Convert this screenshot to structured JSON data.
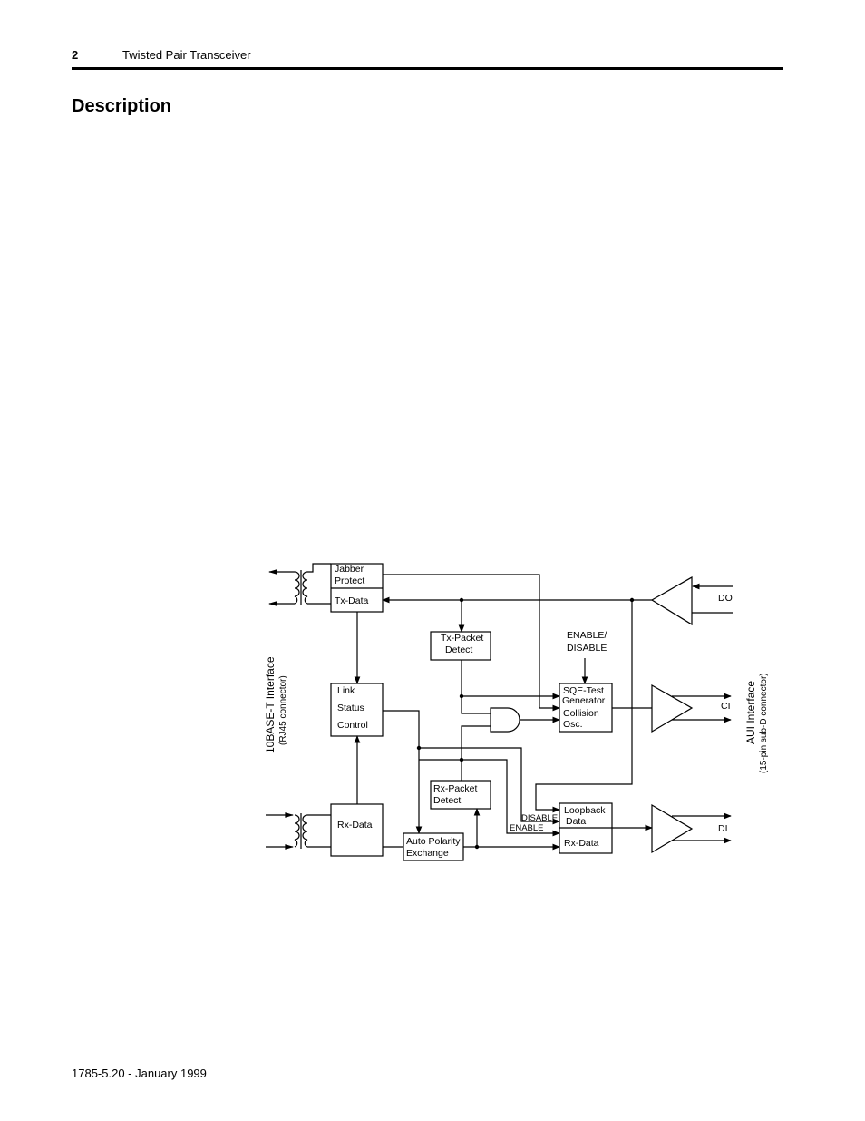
{
  "header": {
    "page_number": "2",
    "running_title": "Twisted Pair Transceiver"
  },
  "section": {
    "heading": "Description"
  },
  "diagram": {
    "left_interface": {
      "title": "10BASE-T Interface",
      "subtitle": "(RJ45 connector)"
    },
    "right_interface": {
      "title": "AUI Interface",
      "subtitle": "(15-pin sub-D connector)"
    },
    "blocks": {
      "jabber_protect": [
        "Jabber",
        "Protect"
      ],
      "tx_data": "Tx-Data",
      "tx_packet_detect": [
        "Tx-Packet",
        "Detect"
      ],
      "link_status_control": [
        "Link",
        "Status",
        "Control"
      ],
      "sqe_test": [
        "SQE-Test",
        "Generator",
        "Collision",
        "Osc."
      ],
      "rx_packet_detect": [
        "Rx-Packet",
        "Detect"
      ],
      "rx_data_left": "Rx-Data",
      "auto_polarity": [
        "Auto Polarity",
        "Exchange"
      ],
      "loopback_data": [
        "Loopback",
        "Data"
      ],
      "rx_data_right": "Rx-Data"
    },
    "annotations": {
      "enable_disable": [
        "ENABLE/",
        "DISABLE"
      ],
      "disable": "DISABLE",
      "enable": "ENABLE"
    },
    "signals": {
      "do": "DO",
      "ci": "CI",
      "di": "DI"
    }
  },
  "footer": {
    "publication": "1785-5.20 - January 1999"
  }
}
